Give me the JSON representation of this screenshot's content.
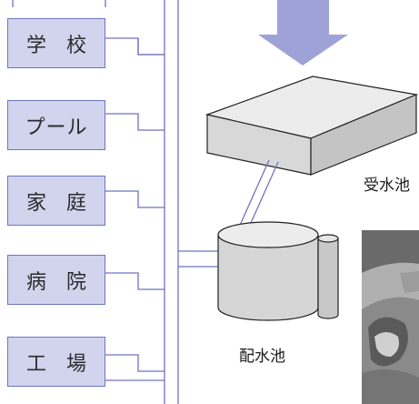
{
  "facilities": [
    {
      "id": "school",
      "chars": [
        "学",
        "校"
      ]
    },
    {
      "id": "pool",
      "chars": [
        "プール"
      ]
    },
    {
      "id": "home",
      "chars": [
        "家",
        "庭"
      ]
    },
    {
      "id": "hospital",
      "chars": [
        "病",
        "院"
      ]
    },
    {
      "id": "factory",
      "chars": [
        "工",
        "場"
      ]
    }
  ],
  "tanks": {
    "receiving_tank_label": "受水池",
    "distribution_tank_label": "配水池"
  },
  "colors": {
    "box_fill": "#d2d4ee",
    "box_border": "#6f74bd",
    "pipe_line": "#6f74bd",
    "arrow_fill": "#9ea2d6",
    "tank_fill": "#e4e4e4",
    "tank_stroke": "#222222"
  }
}
